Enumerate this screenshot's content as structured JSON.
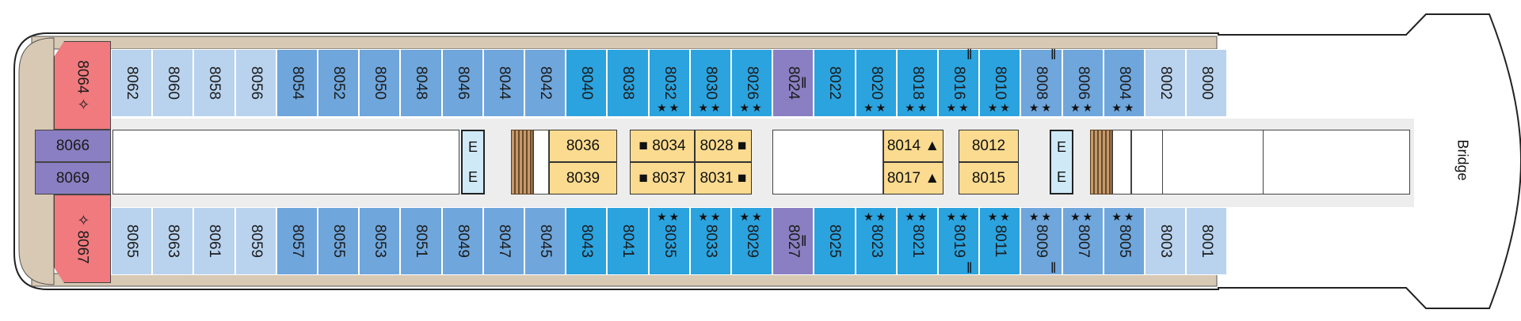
{
  "colors": {
    "light_blue": "#b9d3ee",
    "mid_blue": "#6fa6dc",
    "dark_blue": "#2ba3df",
    "purple": "#8a7fc2",
    "red": "#f07a7e",
    "yellow": "#fbdb8f"
  },
  "icons": {
    "star": "★",
    "square": "■",
    "triangle": "▲",
    "diamond": "✧",
    "elevator": "E",
    "connecting": "‖"
  },
  "bridge_label": "Bridge",
  "top_row": [
    {
      "num": "8062",
      "color": "light",
      "stars": 0
    },
    {
      "num": "8060",
      "color": "light",
      "stars": 0
    },
    {
      "num": "8058",
      "color": "light",
      "stars": 0
    },
    {
      "num": "8056",
      "color": "light",
      "stars": 0
    },
    {
      "num": "8054",
      "color": "mid",
      "stars": 0
    },
    {
      "num": "8052",
      "color": "mid",
      "stars": 0
    },
    {
      "num": "8050",
      "color": "mid",
      "stars": 0
    },
    {
      "num": "8048",
      "color": "mid",
      "stars": 0
    },
    {
      "num": "8046",
      "color": "mid",
      "stars": 0
    },
    {
      "num": "8044",
      "color": "mid",
      "stars": 0
    },
    {
      "num": "8042",
      "color": "mid",
      "stars": 0
    },
    {
      "num": "8040",
      "color": "dark",
      "stars": 0
    },
    {
      "num": "8038",
      "color": "dark",
      "stars": 0
    },
    {
      "num": "8032",
      "color": "dark",
      "stars": 2
    },
    {
      "num": "8030",
      "color": "dark",
      "stars": 2
    },
    {
      "num": "8026",
      "color": "dark",
      "stars": 2
    },
    {
      "num": "8024",
      "color": "purple",
      "stars": 0
    },
    {
      "num": "8022",
      "color": "dark",
      "stars": 0
    },
    {
      "num": "8020",
      "color": "dark",
      "stars": 2
    },
    {
      "num": "8018",
      "color": "dark",
      "stars": 2
    },
    {
      "num": "8016",
      "color": "dark",
      "stars": 2
    },
    {
      "num": "8010",
      "color": "dark",
      "stars": 2
    },
    {
      "num": "8008",
      "color": "mid",
      "stars": 2
    },
    {
      "num": "8006",
      "color": "mid",
      "stars": 2
    },
    {
      "num": "8004",
      "color": "mid",
      "stars": 2
    },
    {
      "num": "8002",
      "color": "light",
      "stars": 0
    },
    {
      "num": "8000",
      "color": "light",
      "stars": 0
    }
  ],
  "bottom_row": [
    {
      "num": "8065",
      "color": "light",
      "stars": 0
    },
    {
      "num": "8063",
      "color": "light",
      "stars": 0
    },
    {
      "num": "8061",
      "color": "light",
      "stars": 0
    },
    {
      "num": "8059",
      "color": "light",
      "stars": 0
    },
    {
      "num": "8057",
      "color": "mid",
      "stars": 0
    },
    {
      "num": "8055",
      "color": "mid",
      "stars": 0
    },
    {
      "num": "8053",
      "color": "mid",
      "stars": 0
    },
    {
      "num": "8051",
      "color": "mid",
      "stars": 0
    },
    {
      "num": "8049",
      "color": "mid",
      "stars": 0
    },
    {
      "num": "8047",
      "color": "mid",
      "stars": 0
    },
    {
      "num": "8045",
      "color": "mid",
      "stars": 0
    },
    {
      "num": "8043",
      "color": "dark",
      "stars": 0
    },
    {
      "num": "8041",
      "color": "dark",
      "stars": 0
    },
    {
      "num": "8035",
      "color": "dark",
      "stars": 2
    },
    {
      "num": "8033",
      "color": "dark",
      "stars": 2
    },
    {
      "num": "8029",
      "color": "dark",
      "stars": 2
    },
    {
      "num": "8027",
      "color": "purple",
      "stars": 0
    },
    {
      "num": "8025",
      "color": "dark",
      "stars": 0
    },
    {
      "num": "8023",
      "color": "dark",
      "stars": 2
    },
    {
      "num": "8021",
      "color": "dark",
      "stars": 2
    },
    {
      "num": "8019",
      "color": "dark",
      "stars": 2
    },
    {
      "num": "8011",
      "color": "dark",
      "stars": 2
    },
    {
      "num": "8009",
      "color": "mid",
      "stars": 2
    },
    {
      "num": "8007",
      "color": "mid",
      "stars": 2
    },
    {
      "num": "8005",
      "color": "mid",
      "stars": 2
    },
    {
      "num": "8003",
      "color": "light",
      "stars": 0
    },
    {
      "num": "8001",
      "color": "light",
      "stars": 0
    }
  ],
  "aft_suites": {
    "top": {
      "num": "8064",
      "marker": "✧"
    },
    "bottom": {
      "num": "8067",
      "marker": "✧"
    },
    "side_top": "8066",
    "side_bottom": "8069"
  },
  "inner_cabins": [
    {
      "num": "8036",
      "marker": ""
    },
    {
      "num": "8039",
      "marker": ""
    },
    {
      "num": "8034",
      "marker": "■"
    },
    {
      "num": "8037",
      "marker": "■"
    },
    {
      "num": "8028",
      "marker": "■"
    },
    {
      "num": "8031",
      "marker": "■"
    },
    {
      "num": "8014",
      "marker": "▲"
    },
    {
      "num": "8017",
      "marker": "▲"
    },
    {
      "num": "8012",
      "marker": ""
    },
    {
      "num": "8015",
      "marker": ""
    }
  ]
}
